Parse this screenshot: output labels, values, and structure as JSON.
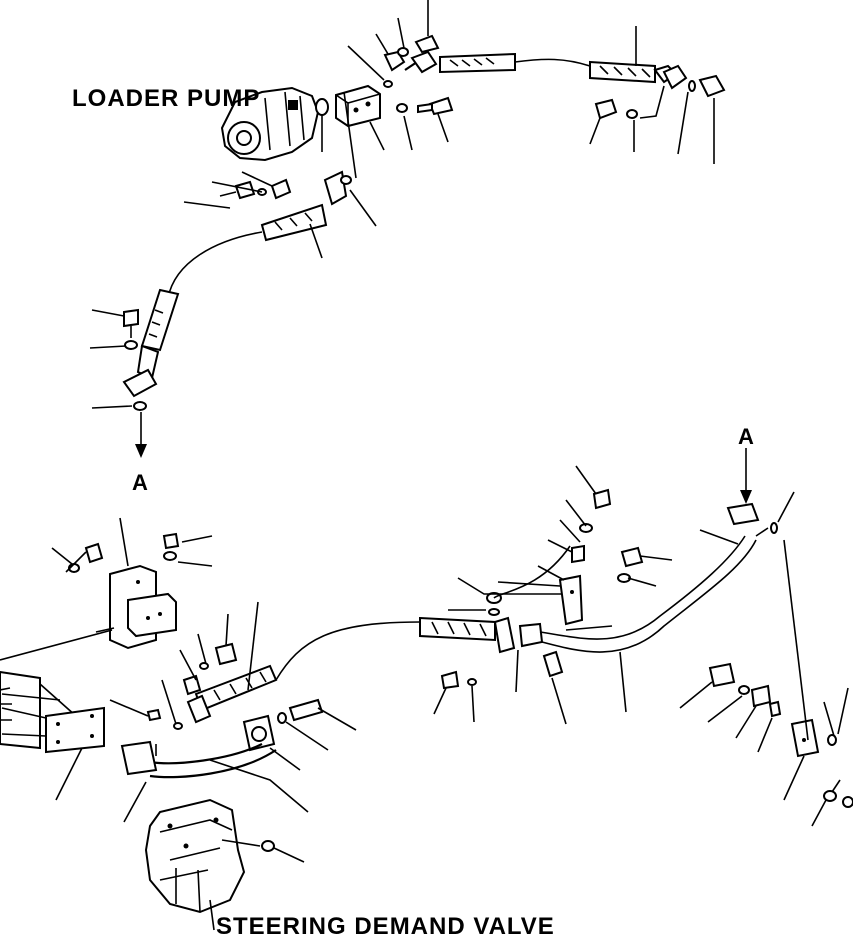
{
  "labels": {
    "loader_pump": "LOADER PUMP",
    "steering_demand_valve": "STEERING DEMAND VALVE",
    "ref_a_top": "A",
    "ref_a_bottom": "A"
  }
}
